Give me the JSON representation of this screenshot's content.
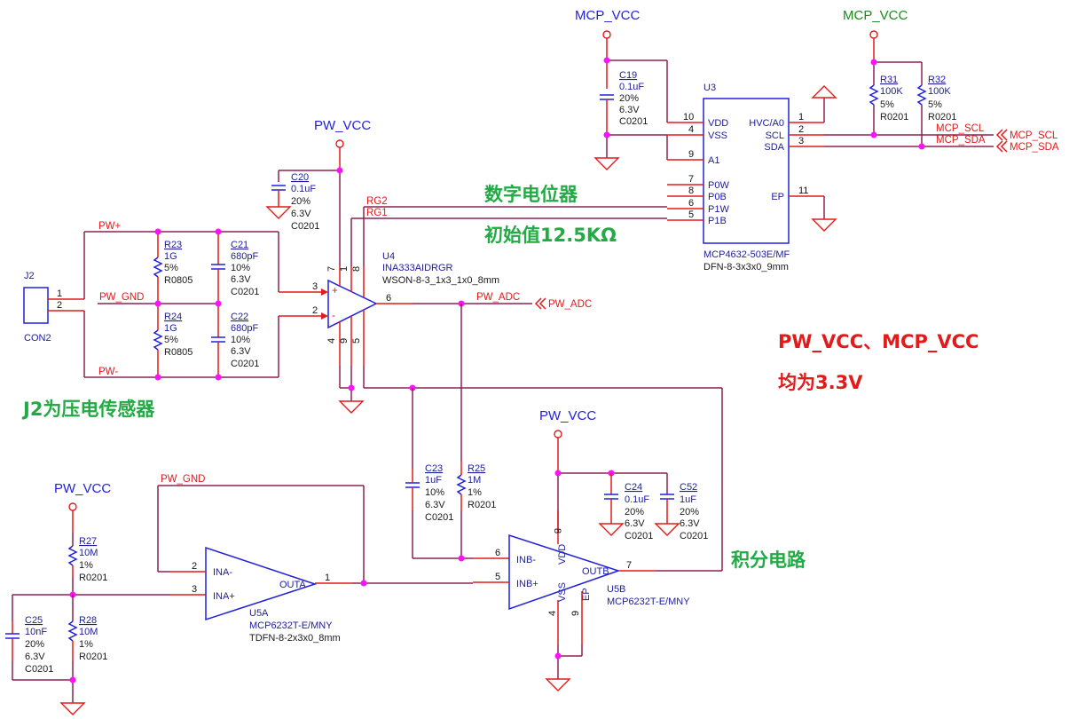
{
  "power_labels": {
    "mcp_vcc_top_left": "MCP_VCC",
    "mcp_vcc_top_right": "MCP_VCC",
    "pw_vcc_u4": "PW_VCC",
    "pw_vcc_u5b": "PW_VCC",
    "pw_vcc_bottom_left": "PW_VCC"
  },
  "nets": {
    "rg2": "RG2",
    "rg1": "RG1",
    "pw_plus": "PW+",
    "pw_gnd": "PW_GND",
    "pw_minus": "PW-",
    "pw_adc": "PW_ADC",
    "pw_adc_port": "PW_ADC",
    "pw_gnd_feedback": "PW_GND",
    "mcp_scl": "MCP_SCL",
    "mcp_sda": "MCP_SDA",
    "mcp_scl_port": "MCP_SCL",
    "mcp_sda_port": "MCP_SDA"
  },
  "components": {
    "c19": {
      "ref": "C19",
      "value": "0.1uF",
      "tol": "20%",
      "volt": "6.3V",
      "pkg": "C0201"
    },
    "c20": {
      "ref": "C20",
      "value": "0.1uF",
      "tol": "20%",
      "volt": "6.3V",
      "pkg": "C0201"
    },
    "r31": {
      "ref": "R31",
      "value": "100K",
      "tol": "5%",
      "pkg": "R0201"
    },
    "r32": {
      "ref": "R32",
      "value": "100K",
      "tol": "5%",
      "pkg": "R0201"
    },
    "r23": {
      "ref": "R23",
      "value": "1G",
      "tol": "5%",
      "pkg": "R0805"
    },
    "r24": {
      "ref": "R24",
      "value": "1G",
      "tol": "5%",
      "pkg": "R0805"
    },
    "c21": {
      "ref": "C21",
      "value": "680pF",
      "tol": "10%",
      "volt": "6.3V",
      "pkg": "C0201"
    },
    "c22": {
      "ref": "C22",
      "value": "680pF",
      "tol": "10%",
      "volt": "6.3V",
      "pkg": "C0201"
    },
    "c23": {
      "ref": "C23",
      "value": "1uF",
      "tol": "10%",
      "volt": "6.3V",
      "pkg": "C0201"
    },
    "r25": {
      "ref": "R25",
      "value": "1M",
      "tol": "1%",
      "pkg": "R0201"
    },
    "c24": {
      "ref": "C24",
      "value": "0.1uF",
      "tol": "20%",
      "volt": "6.3V",
      "pkg": "C0201"
    },
    "c52": {
      "ref": "C52",
      "value": "1uF",
      "tol": "20%",
      "volt": "6.3V",
      "pkg": "C0201"
    },
    "r27": {
      "ref": "R27",
      "value": "10M",
      "tol": "1%",
      "pkg": "R0201"
    },
    "r28": {
      "ref": "R28",
      "value": "10M",
      "tol": "1%",
      "pkg": "R0201"
    },
    "c25": {
      "ref": "C25",
      "value": "10nF",
      "tol": "20%",
      "volt": "6.3V",
      "pkg": "C0201"
    },
    "j2": {
      "ref": "J2",
      "value": "CON2",
      "pins": [
        "1",
        "2"
      ]
    },
    "u3": {
      "ref": "U3",
      "part": "MCP4632-503E/MF",
      "pkg": "DFN-8-3x3x0_9mm",
      "left_pins": [
        {
          "num": "10",
          "name": "VDD"
        },
        {
          "num": "4",
          "name": "VSS"
        },
        {
          "num": "9",
          "name": "A1"
        },
        {
          "num": "7",
          "name": "P0W"
        },
        {
          "num": "8",
          "name": "P0B"
        },
        {
          "num": "6",
          "name": "P1W"
        },
        {
          "num": "5",
          "name": "P1B"
        }
      ],
      "right_pins": [
        {
          "num": "1",
          "name": "HVC/A0"
        },
        {
          "num": "2",
          "name": "SCL"
        },
        {
          "num": "3",
          "name": "SDA"
        },
        {
          "num": "11",
          "name": "EP"
        }
      ]
    },
    "u4": {
      "ref": "U4",
      "part": "INA333AIDRGR",
      "pkg": "WSON-8-3_1x3_1x0_8mm",
      "pins": {
        "in_plus": "3",
        "in_minus": "2",
        "out": "6",
        "top": [
          "7",
          "1",
          "8"
        ],
        "bottom": [
          "4",
          "9",
          "5"
        ]
      },
      "plus_sign": "+",
      "minus_sign": "-"
    },
    "u5a": {
      "ref": "U5A",
      "part": "MCP6232T-E/MNY",
      "pkg": "TDFN-8-2x3x0_8mm",
      "pins": [
        {
          "num": "2",
          "name": "INA-"
        },
        {
          "num": "3",
          "name": "INA+"
        },
        {
          "num": "1",
          "name": "OUTA"
        }
      ]
    },
    "u5b": {
      "ref": "U5B",
      "part": "MCP6232T-E/MNY",
      "pins": [
        {
          "num": "6",
          "name": "INB-"
        },
        {
          "num": "5",
          "name": "INB+"
        },
        {
          "num": "7",
          "name": "OUTB"
        },
        {
          "num": "8",
          "name": "VDD"
        },
        {
          "num": "4",
          "name": "VSS"
        },
        {
          "num": "9",
          "name": "EP"
        }
      ]
    }
  },
  "annotations": {
    "digital_pot": "数字电位器",
    "initial_value": "初始值12.5KΩ",
    "j2_sensor": "J2为压电传感器",
    "supply_note_line1": "PW_VCC、MCP_VCC",
    "supply_note_line2": "均为3.3V",
    "integrator": "积分电路"
  },
  "colors": {
    "wire": "#8b2252",
    "pin": "#e41a1a",
    "symbol": "#2020dd",
    "junction": "#ff10ff",
    "note_green": "#22aa44",
    "note_red": "#e41a1a"
  }
}
